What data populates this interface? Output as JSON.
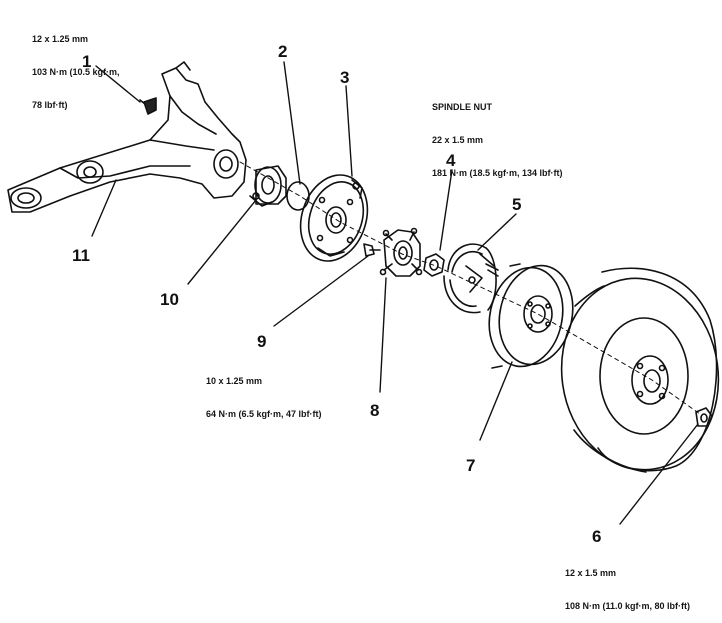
{
  "specs": {
    "bolt_1": {
      "line1": "12 x 1.25 mm",
      "line2": "103 N·m (10.5 kgf·m,",
      "line3": "78 lbf·ft)"
    },
    "spindle_nut": {
      "title": "SPINDLE NUT",
      "line1": "22 x 1.5 mm",
      "line2": "181 N·m (18.5 kgf·m, 134 lbf·ft)"
    },
    "bolt_9": {
      "line1": "10 x 1.25 mm",
      "line2": "64 N·m (6.5 kgf·m, 47 lbf·ft)"
    },
    "nut_6": {
      "line1": "12 x 1.5 mm",
      "line2": "108 N·m (11.0 kgf·m, 80 lbf·ft)"
    }
  },
  "callouts": {
    "c1": "1",
    "c2": "2",
    "c3": "3",
    "c4": "4",
    "c5": "5",
    "c6": "6",
    "c7": "7",
    "c8": "8",
    "c9": "9",
    "c10": "10",
    "c11": "11"
  }
}
